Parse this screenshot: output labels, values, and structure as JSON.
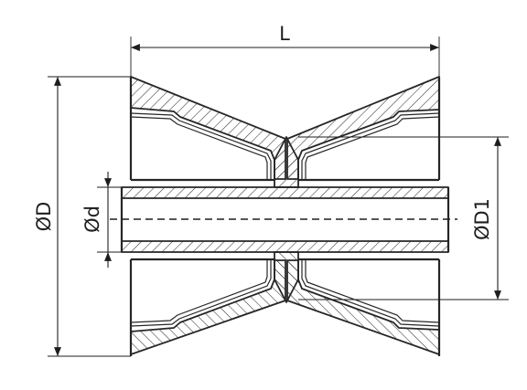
{
  "dimensions": {
    "length_label": "L",
    "outer_diameter_label": "ØD",
    "bore_diameter_label": "Ød",
    "inner_diameter_label": "ØD1"
  },
  "colors": {
    "line": "#262626",
    "background": "#ffffff"
  }
}
